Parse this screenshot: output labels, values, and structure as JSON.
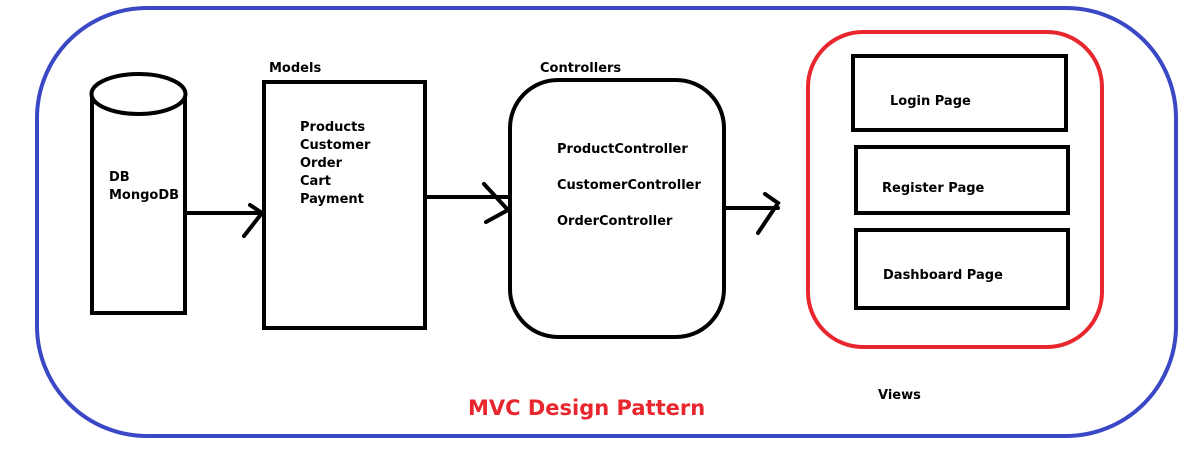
{
  "db": {
    "line1": "DB",
    "line2": "MongoDB"
  },
  "models": {
    "heading": "Models",
    "items": [
      "Products",
      "Customer",
      "Order",
      "Cart",
      "Payment"
    ]
  },
  "controllers": {
    "heading": "Controllers",
    "items": [
      "ProductController",
      "CustomerController",
      "OrderController"
    ]
  },
  "views": {
    "caption": "Views",
    "pages": [
      "Login Page",
      "Register Page",
      "Dashboard Page"
    ]
  },
  "title": "MVC Design Pattern",
  "colors": {
    "outer": "#3a48c6",
    "views_border": "#e8262e",
    "title": "#e8262e",
    "ink": "#000000"
  }
}
